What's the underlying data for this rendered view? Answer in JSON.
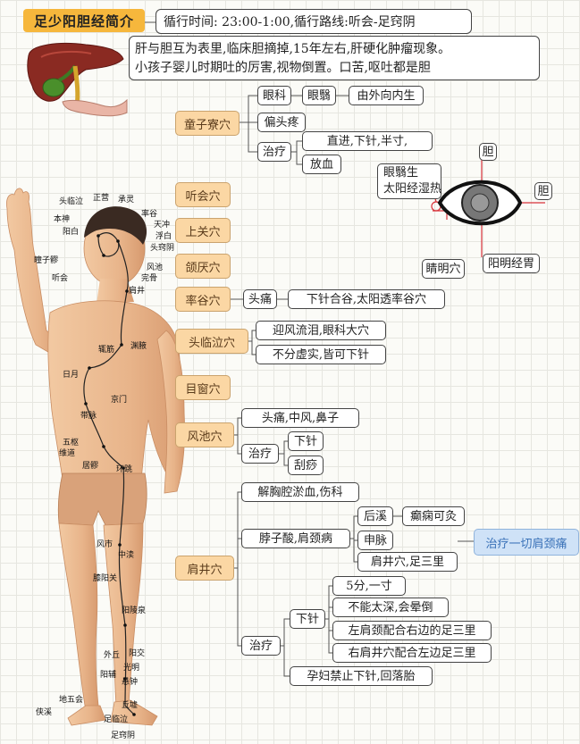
{
  "header": {
    "title": "足少阳胆经简介",
    "time_route": "循行时间:  23:00-1:00,循行路线:听会-足窍阴",
    "desc_line1": "肝与胆互为表里,临床胆摘掉,15年左右,肝硬化肿瘤现象。",
    "desc_line2": "小孩子婴儿时期吐的厉害,视物倒置。口苦,呕吐都是胆"
  },
  "points": {
    "tongzi": "童子寮穴",
    "tinghui": "听会穴",
    "shangguan": "上关穴",
    "hanyan": "颌厌穴",
    "shuaigu": "率谷穴",
    "toulinqi": "头临泣穴",
    "muchuang": "目窗穴",
    "fengchi": "风池穴",
    "jianjing": "肩井穴"
  },
  "tongzi": {
    "yanke": "眼科",
    "yanyi": "眼翳",
    "inward": "由外向内生",
    "piantoutong": "偏头疼",
    "zhiliao": "治疗",
    "needle": "直进,下针,半寸,",
    "fangxue": "放血"
  },
  "eye": {
    "dan_top": "胆",
    "dan_right": "胆",
    "yanyi_label1": "眼翳生",
    "yanyi_label2": "太阳经湿热",
    "jingming": "睛明穴",
    "yangming": "阳明经胃"
  },
  "shuaigu": {
    "toutong": "头痛",
    "method": "下针合谷,太阳透率谷穴"
  },
  "toulinqi": {
    "item1": "迎风流泪,眼科大穴",
    "item2": "不分虚实,皆可下针"
  },
  "fengchi": {
    "item1": "头痛,中风,鼻子",
    "zhiliao": "治疗",
    "xiazhen": "下针",
    "guasha": "刮痧"
  },
  "jianjing": {
    "item1": "解胸腔淤血,伤科",
    "neck": "脖子酸,肩颈病",
    "houxi": "后溪",
    "dianxian": "癫痫可灸",
    "shenmai": "申脉",
    "jianjing_zusanli": "肩井穴,足三里",
    "badge": "治疗一切肩颈痛",
    "zhiliao": "治疗",
    "xiazhen": "下针",
    "wufen": "5分,一寸",
    "buneng": "不能太深,会晕倒",
    "left_shoulder": "左肩颈配合右边的足三里",
    "right_shoulder": "右肩井穴配合左边足三里",
    "pregnant": "孕妇禁止下针,回落胎"
  },
  "body_labels": {
    "toulinqi": "头临泣",
    "zhengying": "正营",
    "chengling": "承灵",
    "benshen": "本神",
    "yangbai": "阳白",
    "shuaigu": "率谷",
    "tianchong": "天冲",
    "fubai": "浮白",
    "touqiaoyin": "头窍阴",
    "tongziliao": "瞳子髎",
    "tinghui": "听会",
    "fengchi": "风池",
    "wangu": "完骨",
    "jianjing": "肩井",
    "zhejin": "辄筋",
    "yuanye": "渊腋",
    "riyue": "日月",
    "jingmen": "京门",
    "daimai": "带脉",
    "wushu": "五枢",
    "weidao": "维道",
    "juliao": "居髎",
    "huantiao": "环跳",
    "fengshi": "风市",
    "zhongdu": "中渎",
    "xiyangguan": "膝阳关",
    "yanglingquan": "阳陵泉",
    "waiqiu": "外丘",
    "yangjiao": "阳交",
    "guangming": "光明",
    "yangfu": "阳辅",
    "xuanzhong": "悬钟",
    "qiuxu": "丘墟",
    "diwuhui": "地五会",
    "xiaxi": "侠溪",
    "zulinqi": "足临泣",
    "zuqiaoyin": "足窍阴"
  },
  "colors": {
    "category_fill": "#fbd7a4",
    "badge_fill": "#cfe2f7",
    "badge_text": "#3a72b8",
    "title_fill": "#f6b73c",
    "meridian_line": "#222222",
    "eye_line": "#d8323a"
  }
}
